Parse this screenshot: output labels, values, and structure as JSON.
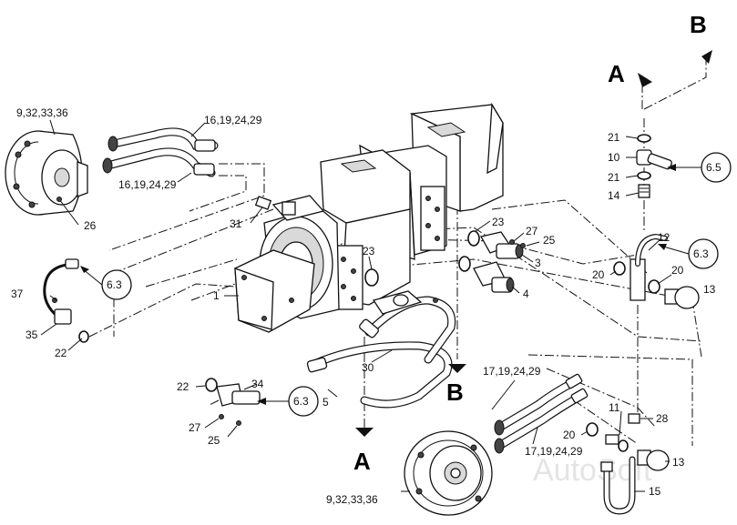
{
  "labels": {
    "motor_top": "9,32,33,36",
    "hose_top_1": "16,19,24,29",
    "hose_top_2": "16,19,24,29",
    "screw_26": "26",
    "fitting_31": "31",
    "pump_1": "1",
    "sensor_37": "37",
    "callout_63_left": "6.3",
    "part_35": "35",
    "part_22_left": "22",
    "part_23_a": "23",
    "part_23_b": "23",
    "part_27_top": "27",
    "part_25_top": "25",
    "part_3": "3",
    "part_4": "4",
    "part_30": "30",
    "part_22_bottom": "22",
    "part_34": "34",
    "callout_63_bottom": "6.3",
    "part_5": "5",
    "part_27_bottom": "27",
    "part_25_bottom": "25",
    "hose_bottom_1": "17,19,24,29",
    "hose_bottom_2": "17,19,24,29",
    "motor_bottom": "9,32,33,36",
    "part_11": "11",
    "part_28": "28",
    "part_20_bottom": "20",
    "part_13_bottom": "13",
    "part_15": "15",
    "part_21_a": "21",
    "part_10": "10",
    "part_21_b": "21",
    "part_14": "14",
    "callout_65": "6.5",
    "part_12": "12",
    "callout_63_right": "6.3",
    "part_20_a": "20",
    "part_20_b": "20",
    "part_13_right": "13"
  },
  "section_marks": {
    "a_top": "A",
    "b_top": "B",
    "a_bottom": "A",
    "b_bottom": "B"
  },
  "watermark": "AutoSoft"
}
